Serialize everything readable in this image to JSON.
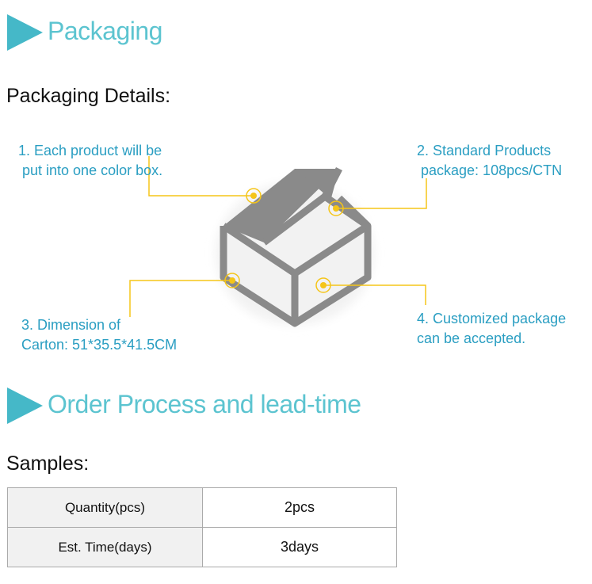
{
  "packaging_section": {
    "title": "Packaging"
  },
  "packaging_details_label": "Packaging Details:",
  "callouts": {
    "c1": "1. Each product will be\n put into one color box.",
    "c2": "2. Standard Products\n package: 108pcs/CTN",
    "c3": "3. Dimension of\nCarton: 51*35.5*41.5CM",
    "c4": "4. Customized package\ncan be accepted."
  },
  "order_section": {
    "title": "Order Process and lead-time"
  },
  "samples_label": "Samples:",
  "samples_table": {
    "rows": [
      {
        "label": "Quantity(pcs)",
        "value": "2pcs"
      },
      {
        "label": "Est. Time(days)",
        "value": "3days"
      }
    ]
  },
  "colors": {
    "accent": "#45b8c8",
    "heading": "#5cc4d0",
    "callout_text": "#2a9ec2",
    "leader_line": "#f5c518",
    "box": "#8a8a8a"
  }
}
